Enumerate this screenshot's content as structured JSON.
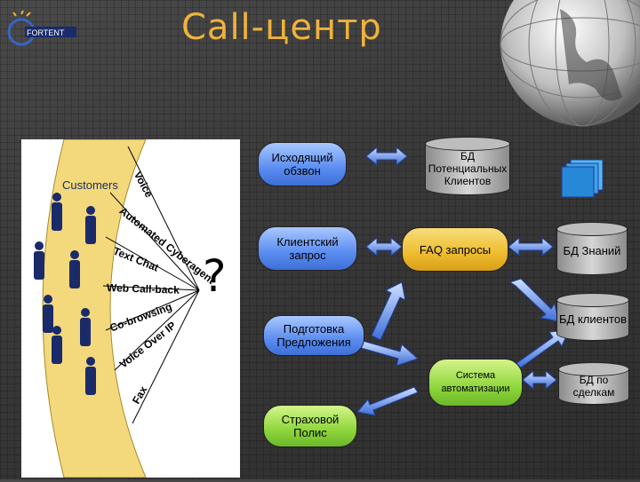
{
  "title": "Call-центр",
  "logo_text": "FORTENT",
  "customers_panel": {
    "label": "Customers",
    "channels": [
      "Voice",
      "Automated Cyberagent",
      "Text Chat",
      "Web Call-back",
      "Co-browsing",
      "Voice Over IP",
      "Fax"
    ],
    "question_mark": "?"
  },
  "nodes": {
    "outgoing": "Исходящий обзвон",
    "client_request": "Клиентский запрос",
    "proposal": "Подготовка Предложения",
    "policy": "Страховой Полис",
    "faq": "FAQ запросы",
    "automation": "Система автоматизации"
  },
  "databases": {
    "potential_clients": "БД Потенциальных Клиентов",
    "knowledge": "БД Знаний",
    "clients": "БД клиентов",
    "deals": "БД по сделкам"
  },
  "colors": {
    "title": "#f0b23c",
    "blue": "#5a8cf0",
    "green": "#8fd63c",
    "gold": "#eebc2f"
  }
}
